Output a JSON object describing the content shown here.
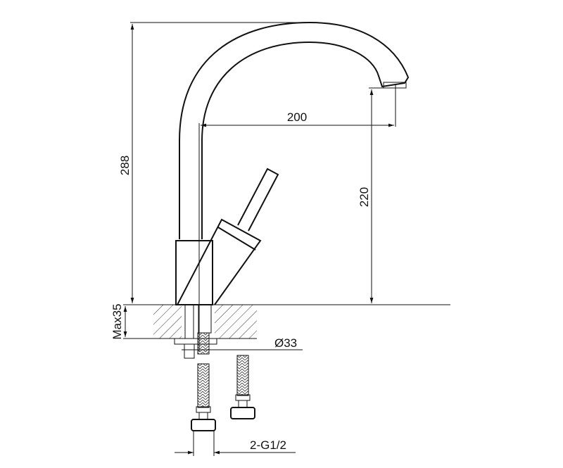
{
  "diagram": {
    "subject": "single-lever kitchen faucet technical drawing",
    "dimensions": {
      "total_height": "288",
      "spout_reach": "200",
      "spout_height": "220",
      "deck_thickness": "Max35",
      "hole_diameter": "Ø33",
      "hose_connection": "2-G1/2"
    }
  }
}
